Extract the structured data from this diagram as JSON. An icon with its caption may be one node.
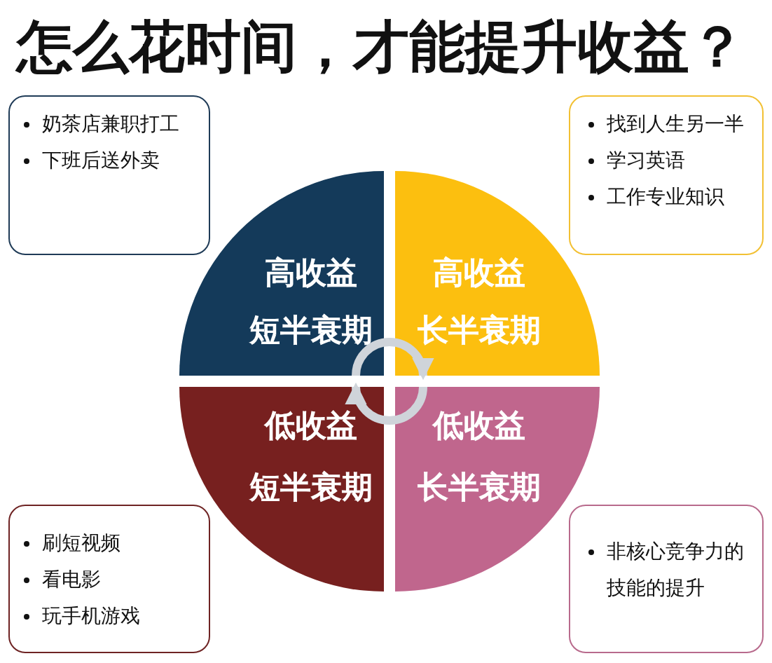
{
  "diagram": {
    "title": "怎么花时间，才能提升收益？",
    "nodes": [
      {
        "text": [
          "奶茶店兼职打工",
          "下班后送外卖"
        ]
      },
      {
        "text": [
          "找到人生另一半",
          "学习英语",
          "工作专业知识"
        ]
      },
      {
        "text": [
          "高收益",
          "短半衰期"
        ]
      },
      {
        "text": [
          "高收益",
          "长半衰期"
        ]
      },
      {
        "text": [
          "低收益",
          "短半衰期"
        ]
      },
      {
        "text": [
          "低收益",
          "长半衰期"
        ]
      },
      {
        "text": [
          "刷短视频",
          "看电影",
          "玩手机游戏"
        ]
      },
      {
        "text": [
          "非核心竞争力的技能的提升"
        ]
      }
    ],
    "edges": [
      {
        "from": 2,
        "to": 3,
        "arrow": "to"
      },
      {
        "from": 5,
        "to": 4,
        "arrow": "to"
      }
    ]
  }
}
